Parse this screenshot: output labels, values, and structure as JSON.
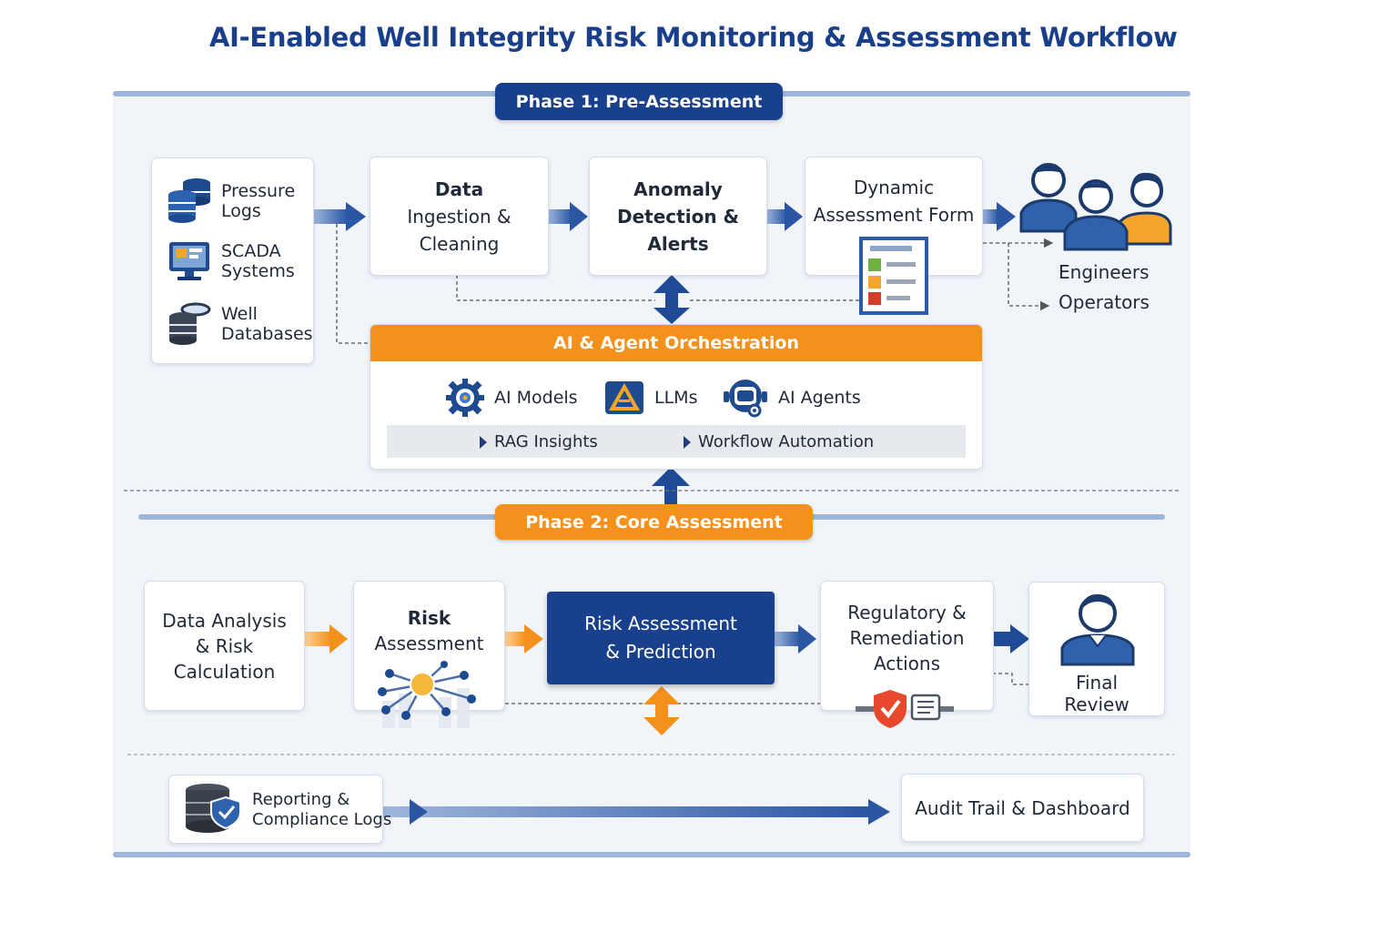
{
  "title": "AI-Enabled Well Integrity Risk Monitoring & Assessment Workflow",
  "phase1": {
    "label": "Phase 1: Pre-Assessment",
    "sources": [
      {
        "line1": "Pressure",
        "line2": "Logs",
        "icon": "database-stack-icon"
      },
      {
        "line1": "SCADA",
        "line2": "Systems",
        "icon": "scada-monitor-icon"
      },
      {
        "line1": "Well",
        "line2": "Databases",
        "icon": "database-icon"
      }
    ],
    "ingestion": {
      "line1": "Data",
      "line2": "Ingestion &",
      "line3": "Cleaning"
    },
    "anomaly": {
      "line1": "Anomaly",
      "line2": "Detection &",
      "line3": "Alerts"
    },
    "form": {
      "line1": "Dynamic",
      "line2": "Assessment Form"
    },
    "users": {
      "engineers": "Engineers",
      "operators": "Operators"
    }
  },
  "orchestration": {
    "title": "AI & Agent Orchestration",
    "tools": [
      {
        "label": "AI Models",
        "icon": "ai-gear-icon"
      },
      {
        "label": "LLMs",
        "icon": "llm-triangle-icon"
      },
      {
        "label": "AI Agents",
        "icon": "ai-agent-icon"
      }
    ],
    "sub_left": "RAG Insights",
    "sub_right": "Workflow Automation"
  },
  "phase2": {
    "label": "Phase 2: Core Assessment",
    "analysis": {
      "line1": "Data Analysis",
      "line2": "& Risk",
      "line3": "Calculation"
    },
    "risk": {
      "line1": "Risk",
      "line2": "Assessment"
    },
    "prediction": {
      "line1": "Risk Assessment",
      "line2": "& Prediction"
    },
    "regulatory": {
      "line1": "Regulatory &",
      "line2": "Remediation",
      "line3": "Actions"
    },
    "final": {
      "line1": "Final",
      "line2": "Review"
    }
  },
  "bottom": {
    "reporting": {
      "line1": "Reporting &",
      "line2": "Compliance Logs"
    },
    "audit": "Audit Trail & Dashboard"
  },
  "colors": {
    "navy": "#18408c",
    "orange": "#f4901c",
    "arrow_blue": "#2d5aa6",
    "rule": "#9db5d8"
  }
}
